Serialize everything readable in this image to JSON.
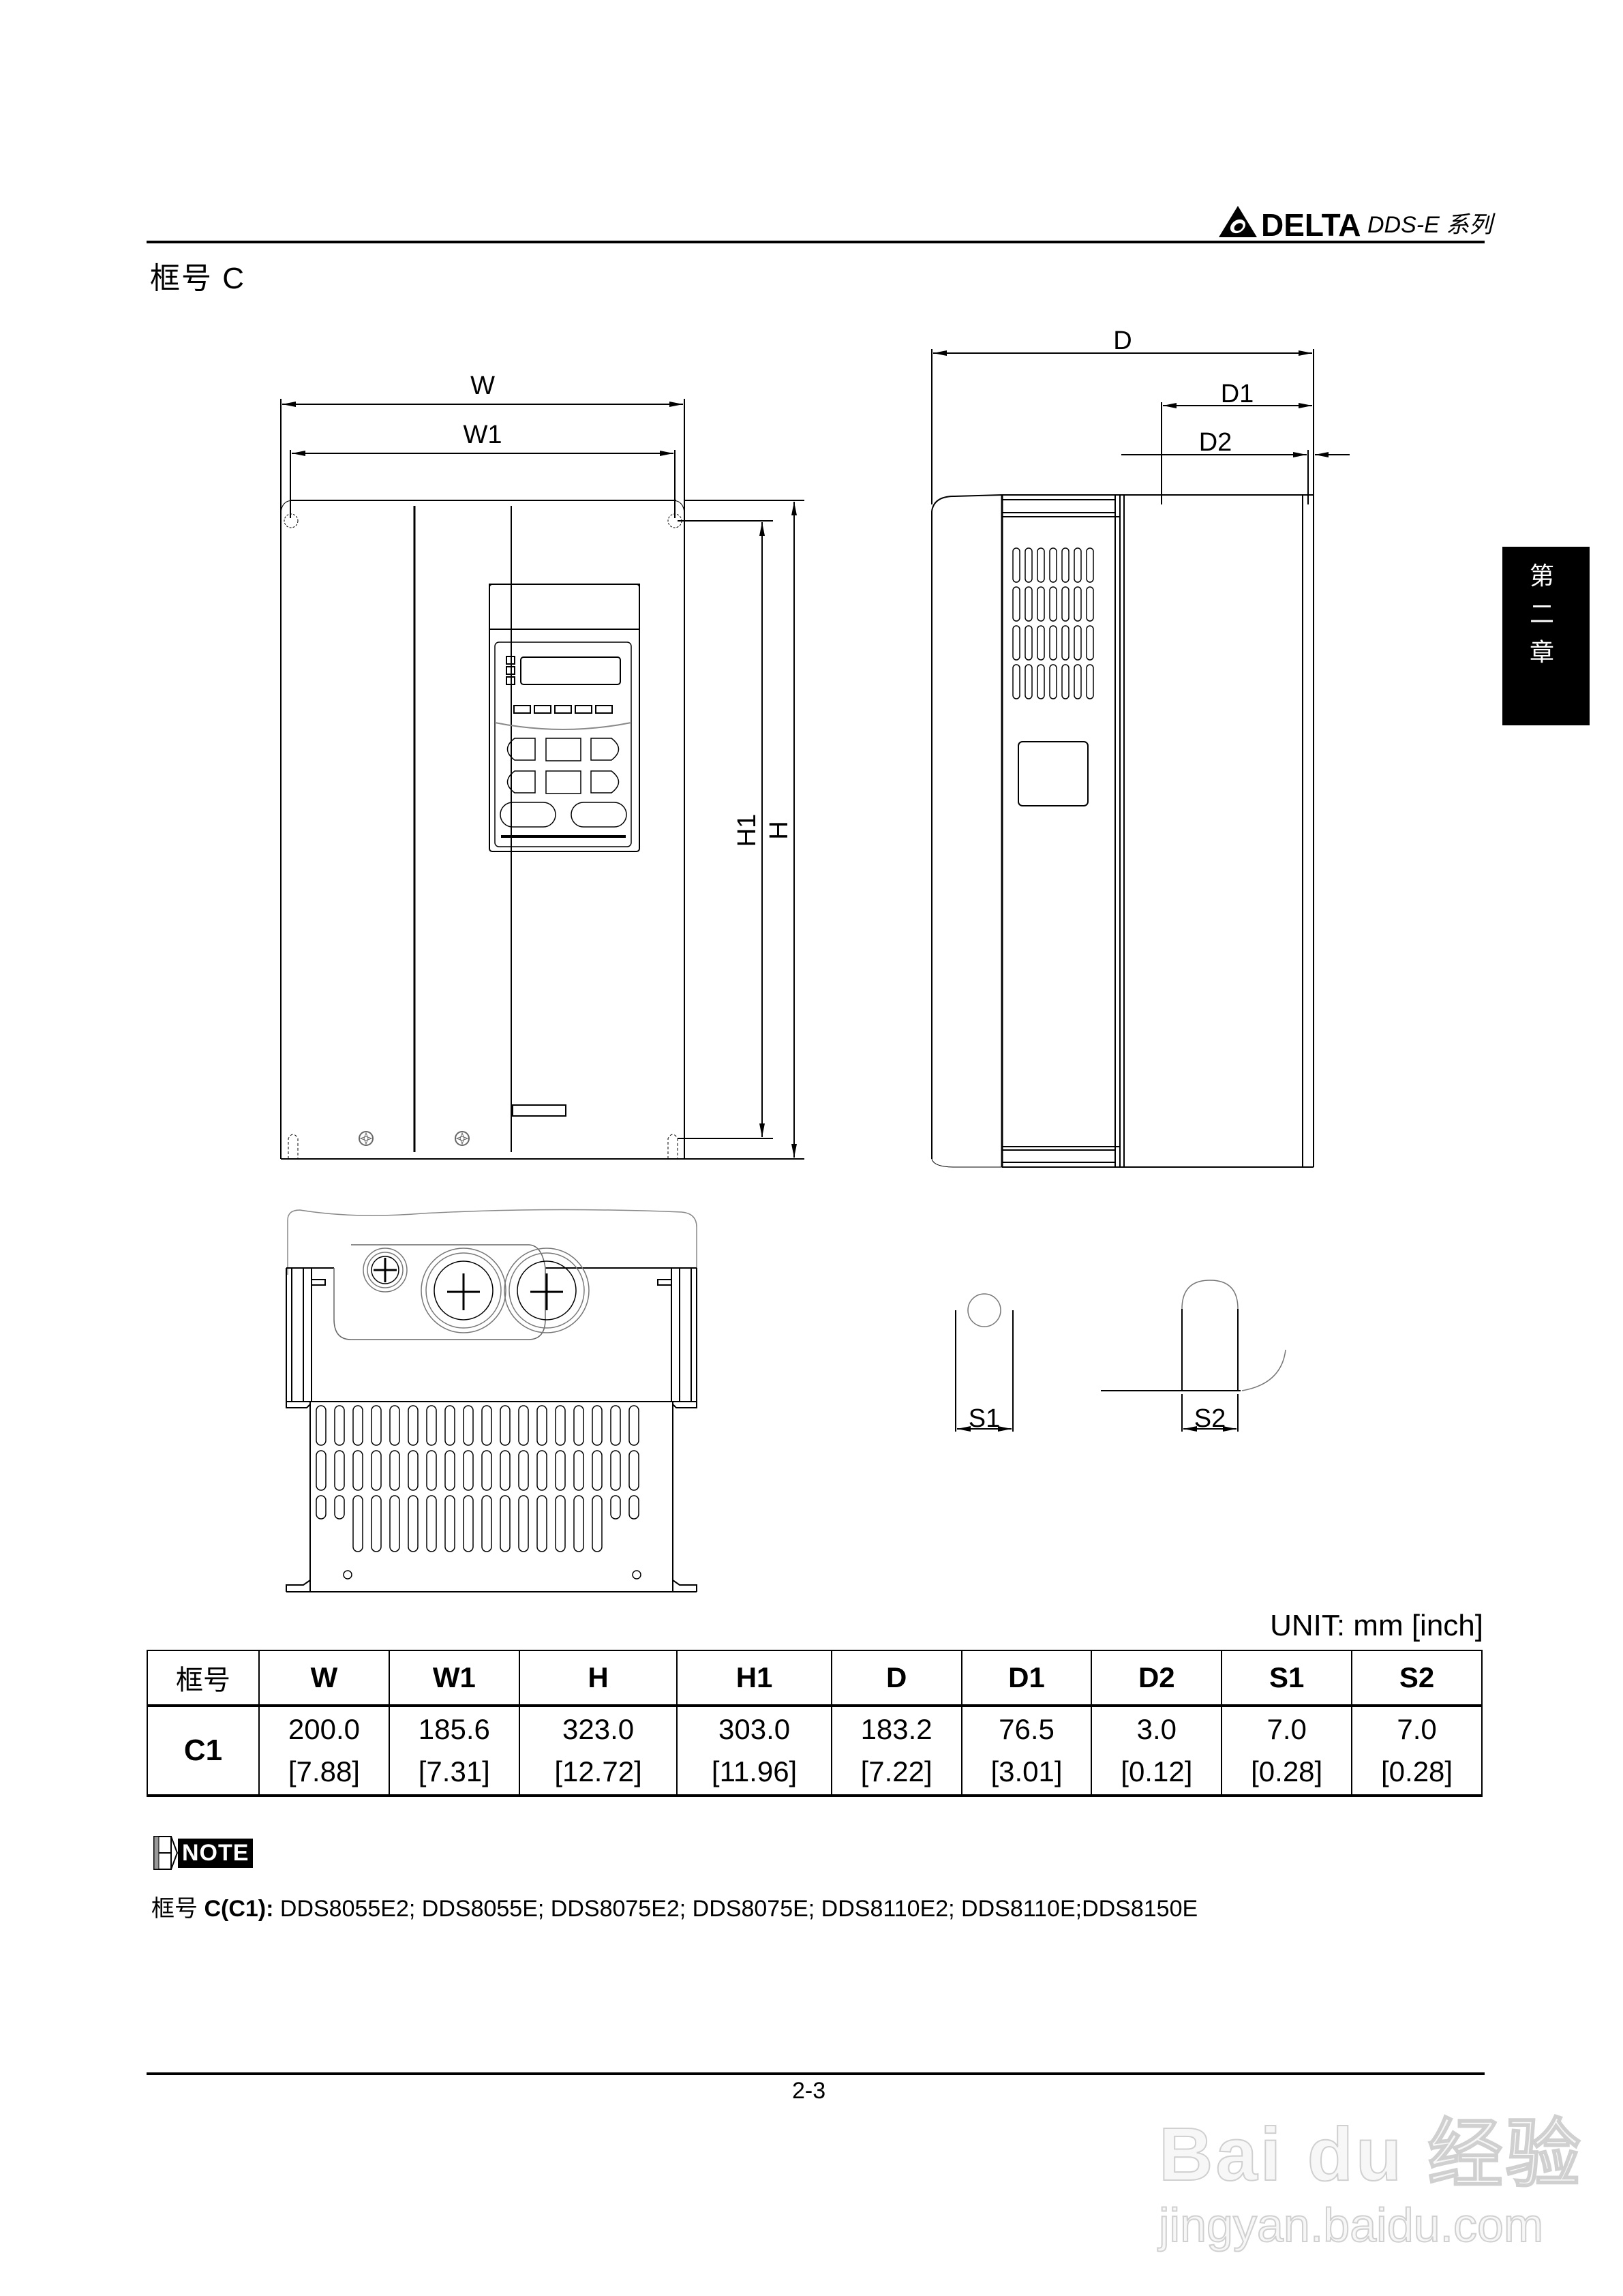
{
  "header": {
    "brand": "DELTA",
    "series": "DDS-E 系列"
  },
  "section_title": "框号  C",
  "chapter_tab": [
    "第",
    "二",
    "章"
  ],
  "drawing_labels": {
    "W": "W",
    "W1": "W1",
    "H": "H",
    "H1": "H1",
    "D": "D",
    "D1": "D1",
    "D2": "D2",
    "S1": "S1",
    "S2": "S2"
  },
  "unit_label": "UNIT:  mm  [inch]",
  "table": {
    "headers": [
      "框号",
      "W",
      "W1",
      "H",
      "H1",
      "D",
      "D1",
      "D2",
      "S1",
      "S2"
    ],
    "rows": [
      {
        "frame": "C1",
        "mm": [
          "200.0",
          "185.6",
          "323.0",
          "303.0",
          "183.2",
          "76.5",
          "3.0",
          "7.0",
          "7.0"
        ],
        "inch": [
          "[7.88]",
          "[7.31]",
          "[12.72]",
          "[11.96]",
          "[7.22]",
          "[3.01]",
          "[0.12]",
          "[0.28]",
          "[0.28]"
        ]
      }
    ]
  },
  "note": {
    "badge": "NOTE",
    "prefix": "框号 ",
    "frame": "C(C1):",
    "models": " DDS8055E2; DDS8055E; DDS8075E2; DDS8075E; DDS8110E2; DDS8110E;DDS8150E"
  },
  "footer": {
    "page_number": "2-3"
  },
  "watermark": {
    "logo": "Bai du 经验",
    "url": "jingyan.baidu.com"
  }
}
